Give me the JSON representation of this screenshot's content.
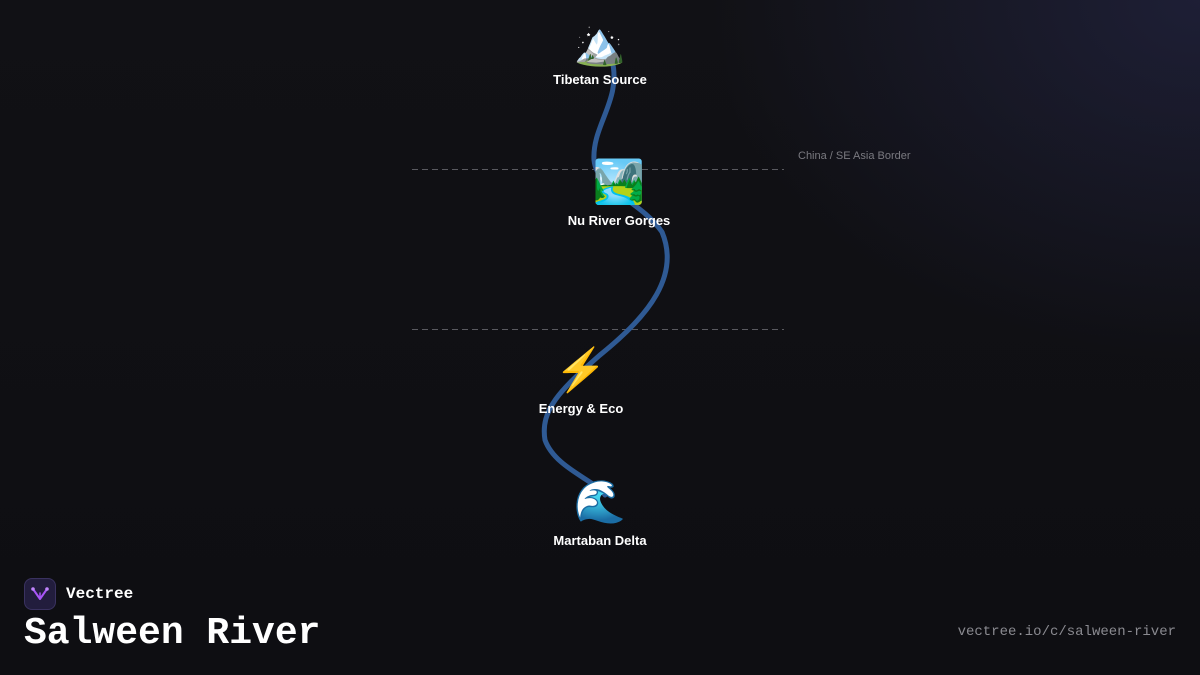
{
  "diagram": {
    "river_color": "#2f5a94",
    "boundary_color": "#5a5a60",
    "boundary_label": "China / SE Asia Border",
    "nodes": [
      {
        "id": "tibetan-source",
        "icon": "mountain-icon",
        "glyph": "🏔️",
        "label": "Tibetan Source"
      },
      {
        "id": "nu-river-gorges",
        "icon": "river-gorge-icon",
        "glyph": "🏞️",
        "label": "Nu River Gorges"
      },
      {
        "id": "energy-eco",
        "icon": "lightning-icon",
        "glyph": "⚡",
        "label": "Energy & Eco"
      },
      {
        "id": "martaban-delta",
        "icon": "wave-icon",
        "glyph": "🌊",
        "label": "Martaban Delta"
      }
    ]
  },
  "brand": {
    "name": "Vectree",
    "logo_icon": "vectree-logo-icon",
    "accent": "#a855f7"
  },
  "title": "Salween River",
  "url": "vectree.io/c/salween-river"
}
